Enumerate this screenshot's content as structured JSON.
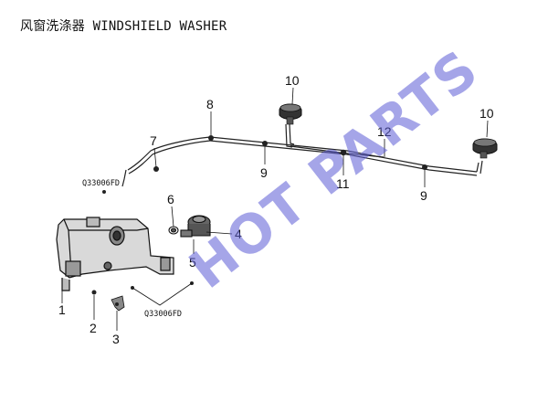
{
  "title": "风窗洗涤器 WINDSHIELD WASHER",
  "callouts": {
    "c1": "1",
    "c2": "2",
    "c3": "3",
    "c4": "4",
    "c5": "5",
    "c6": "6",
    "c7": "7",
    "c8": "8",
    "c9a": "9",
    "c9b": "9",
    "c10a": "10",
    "c10b": "10",
    "c11": "11",
    "c12": "12"
  },
  "part_codes": {
    "top": "Q33006FD",
    "bottom": "Q33006FD"
  },
  "watermark": "HOT PARTS"
}
